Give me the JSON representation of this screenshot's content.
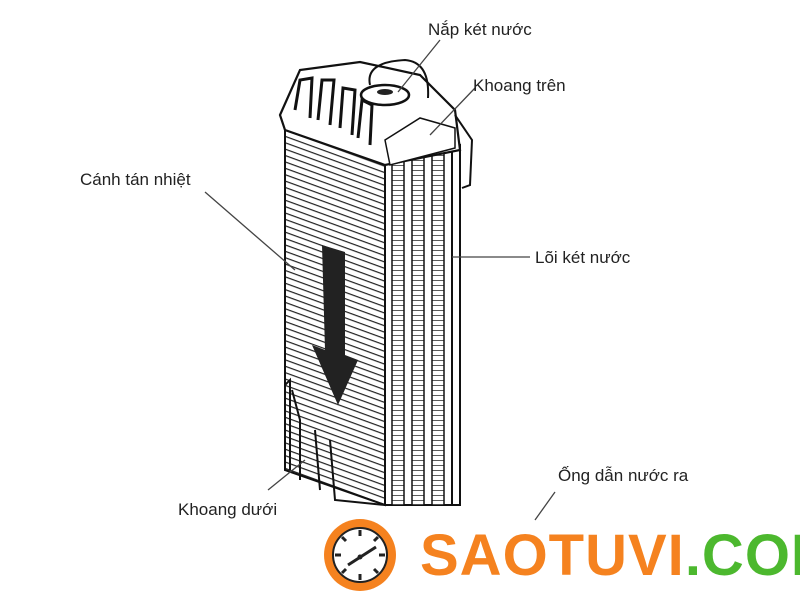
{
  "labels": {
    "cap": "Nắp két nước",
    "upper_tank": "Khoang trên",
    "fins": "Cánh tán nhiệt",
    "core": "Lõi két nước",
    "outlet": "Ống dẫn nước ra",
    "lower_tank": "Khoang dưới"
  },
  "watermark": {
    "name": "SAOTUVI",
    "suffix": ".COM",
    "icon": "clock-icon",
    "colors": {
      "orange": "#f5821f",
      "green": "#4cb82e"
    }
  }
}
